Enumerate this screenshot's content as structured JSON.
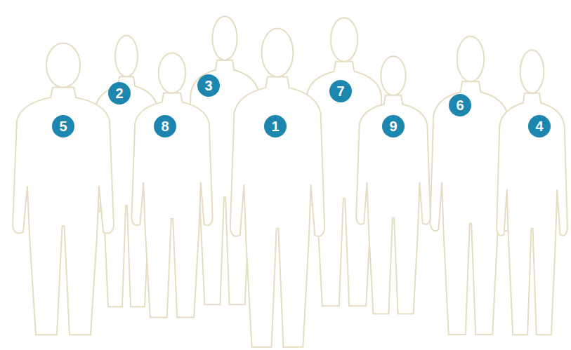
{
  "diagram": {
    "labels": [
      "3",
      "7",
      "2",
      "6",
      "5",
      "8",
      "1",
      "9",
      "4"
    ]
  }
}
